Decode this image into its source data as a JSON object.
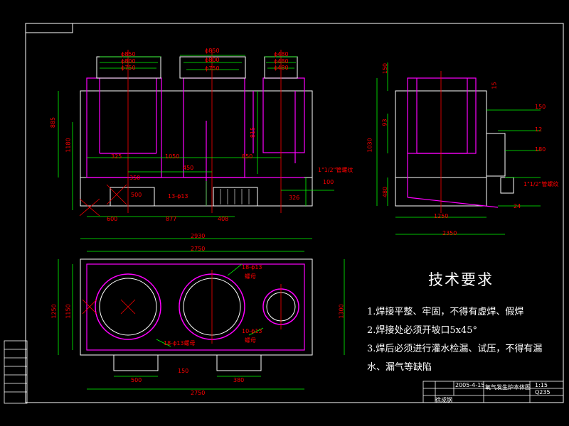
{
  "drawing": {
    "top_view": {
      "flange_labels_left": [
        "ϕ850",
        "ϕ800",
        "ϕ750"
      ],
      "flange_labels_mid": [
        "ϕ850",
        "ϕ800",
        "ϕ750"
      ],
      "flange_labels_right": [
        "ϕ480",
        "ϕ480",
        "ϕ480"
      ],
      "dims": [
        "885",
        "1180",
        "815",
        "325",
        "1050",
        "850",
        "450",
        "600",
        "877",
        "408",
        "350",
        "500",
        "326",
        "13-ϕ13",
        "100",
        "1\"1/2\"管螺纹"
      ]
    },
    "side_view": {
      "dims": [
        "1030",
        "150",
        "15",
        "150",
        "93",
        "12",
        "180",
        "480",
        "24",
        "1250",
        "2350"
      ],
      "pipe_note": "1\"1/2\"管螺纹"
    },
    "plan_view": {
      "dims": [
        "2930",
        "2750",
        "1250",
        "1150",
        "1300",
        "500",
        "380",
        "2750",
        "150"
      ],
      "hole_labels": [
        "18-ϕ13",
        "螺母",
        "10-ϕ13",
        "螺母",
        "18-ϕ13螺母"
      ]
    }
  },
  "notes": {
    "title": "技术要求",
    "items": [
      "1.焊接平整、牢固，不得有虚焊、假焊",
      "2.焊接处必须开坡口5x45°",
      "3.焊后必须进行灌水检漏、试压，不得有漏",
      "水、漏气等缺陷"
    ]
  },
  "title_block": {
    "name": "氧气发生炉本体图",
    "scale": "1:15",
    "material": "Q235",
    "date": "2005-4-15",
    "designer": "徐成钢"
  },
  "colors": {
    "background": "#000000",
    "outline": "#ffffff",
    "vessel": "#ff00ff",
    "dimension": "#00ff00",
    "centerline": "#ff0000"
  }
}
